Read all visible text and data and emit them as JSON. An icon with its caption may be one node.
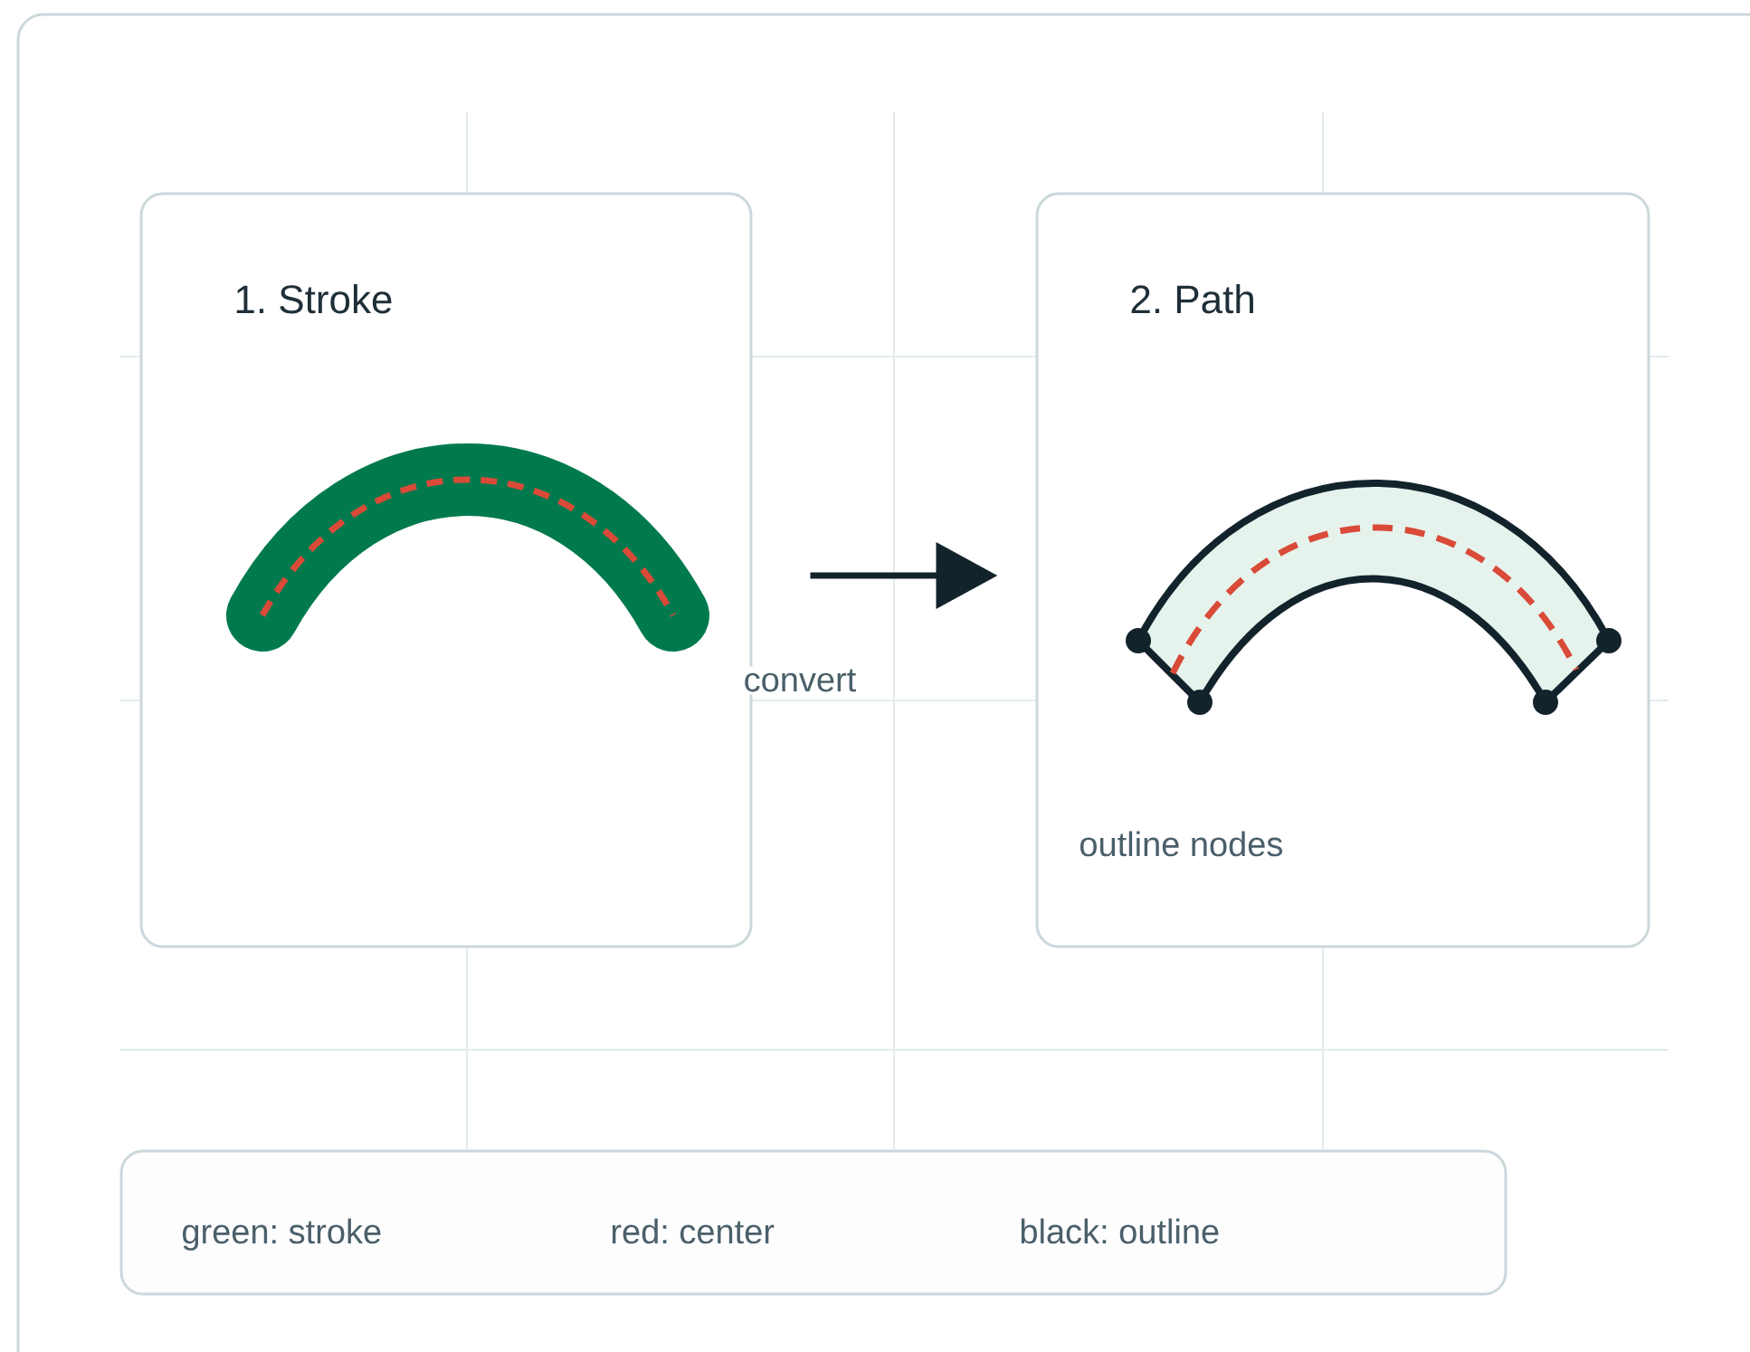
{
  "diagram": {
    "nodes": [
      {
        "text": [
          "1. Stroke"
        ]
      },
      {
        "text": [
          "2. Path",
          "outline nodes"
        ]
      },
      {
        "text": [
          "green: stroke",
          "red: center",
          "black: outline"
        ]
      }
    ],
    "edges": [
      {
        "from": 0,
        "to": 1,
        "arrow": "to",
        "label": "convert"
      }
    ]
  }
}
